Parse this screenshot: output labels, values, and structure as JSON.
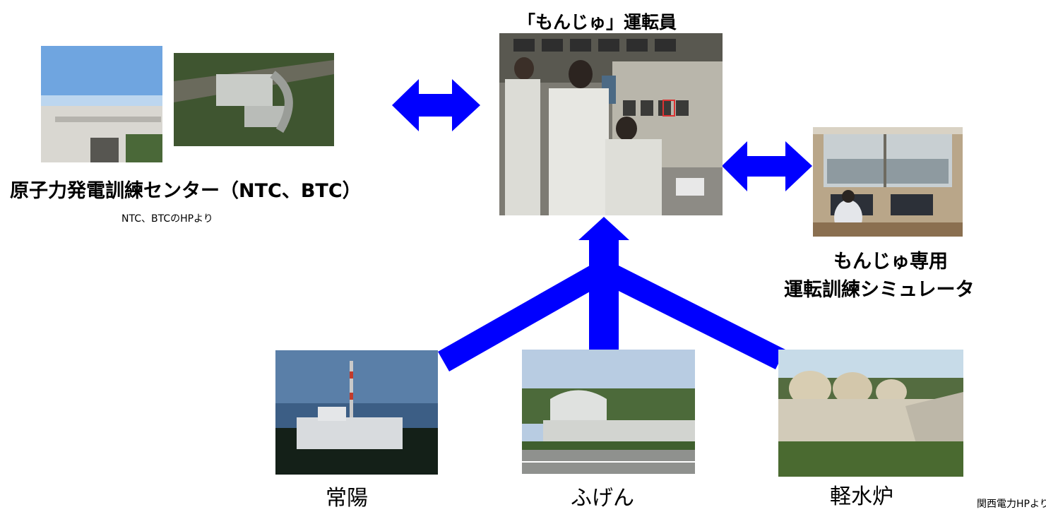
{
  "top_label": "「もんじゅ」運転員",
  "left": {
    "title": "原子力発電訓練センター（NTC、BTC）",
    "credit": "NTC、BTCのHPより"
  },
  "right": {
    "title_line1": "もんじゅ専用",
    "title_line2": "運転訓練シミュレータ"
  },
  "bottom": {
    "items": [
      {
        "label": "常陽"
      },
      {
        "label": "ふげん"
      },
      {
        "label": "軽水炉"
      }
    ],
    "credit": "関西電力HPより"
  },
  "colors": {
    "arrow": "#0000ff"
  }
}
